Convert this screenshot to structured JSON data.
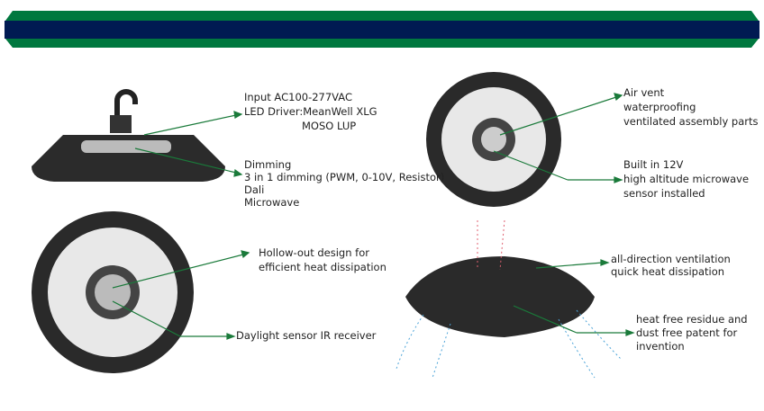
{
  "colors": {
    "green": "#00783f",
    "navy": "#001a52",
    "arrow": "#1a7a3a"
  },
  "top_left": {
    "lines": [
      "Input   AC100-277VAC",
      "LED Driver:MeanWell XLG",
      "MOSO LUP"
    ]
  },
  "mid_left": {
    "lines": [
      "Dimming",
      "3 in 1 dimming (PWM, 0-10V, Resistor)",
      "Dali",
      "Microwave"
    ]
  },
  "air_vent": {
    "lines": [
      "Air vent",
      "waterproofing",
      "ventilated assembly parts"
    ]
  },
  "sensor": {
    "lines": [
      "Built in 12V",
      "high altitude microwave",
      "sensor installed"
    ]
  },
  "hollow": {
    "lines": [
      "Hollow-out design for",
      "efficient heat dissipation"
    ]
  },
  "daylight": {
    "label": "Daylight sensor IR receiver"
  },
  "ventilation": {
    "lines": [
      "all-direction ventilation",
      "quick heat dissipation"
    ]
  },
  "residue": {
    "lines": [
      "heat free residue and",
      "dust free patent for",
      "invention"
    ]
  }
}
